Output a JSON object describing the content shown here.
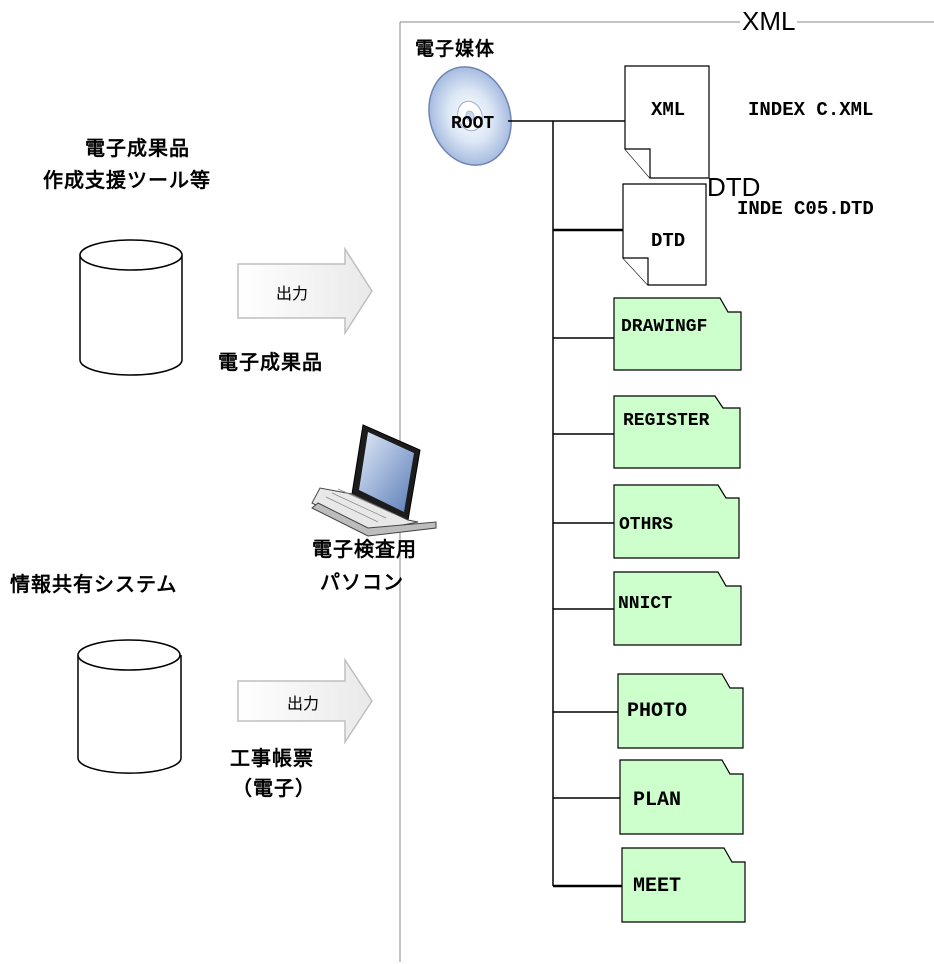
{
  "left": {
    "tool_title_line1": "電子成果品",
    "tool_title_line2": "作成支援ツール等",
    "output_label_1": "出力",
    "deliverable_label": "電子成果品",
    "info_system_title": "情報共有システム",
    "output_label_2": "出力",
    "ledger_line1": "工事帳票",
    "ledger_line2": "（電子）"
  },
  "center": {
    "pc_line1": "電子検査用",
    "pc_line2": "パソコン"
  },
  "media": {
    "title": "電子媒体",
    "top_label": "XML",
    "root_label": "ROOT",
    "files": [
      {
        "icon_label": "XML",
        "file_name": "INDEX C.XML"
      },
      {
        "icon_label": "DTD",
        "file_name": "INDE C05.DTD",
        "caption": "DTD"
      }
    ],
    "folders": [
      "DRAWINGF",
      "REGISTER",
      "OTHRS",
      "NNICT",
      "PHOTO",
      "PLAN",
      "MEET"
    ]
  },
  "colors": {
    "folder_fill": "#ccffcc",
    "folder_stroke": "#000000",
    "arrow_fill": "#f2f2f2",
    "arrow_stroke": "#bfbfbf",
    "disc_fill": "#d6e2f3"
  }
}
